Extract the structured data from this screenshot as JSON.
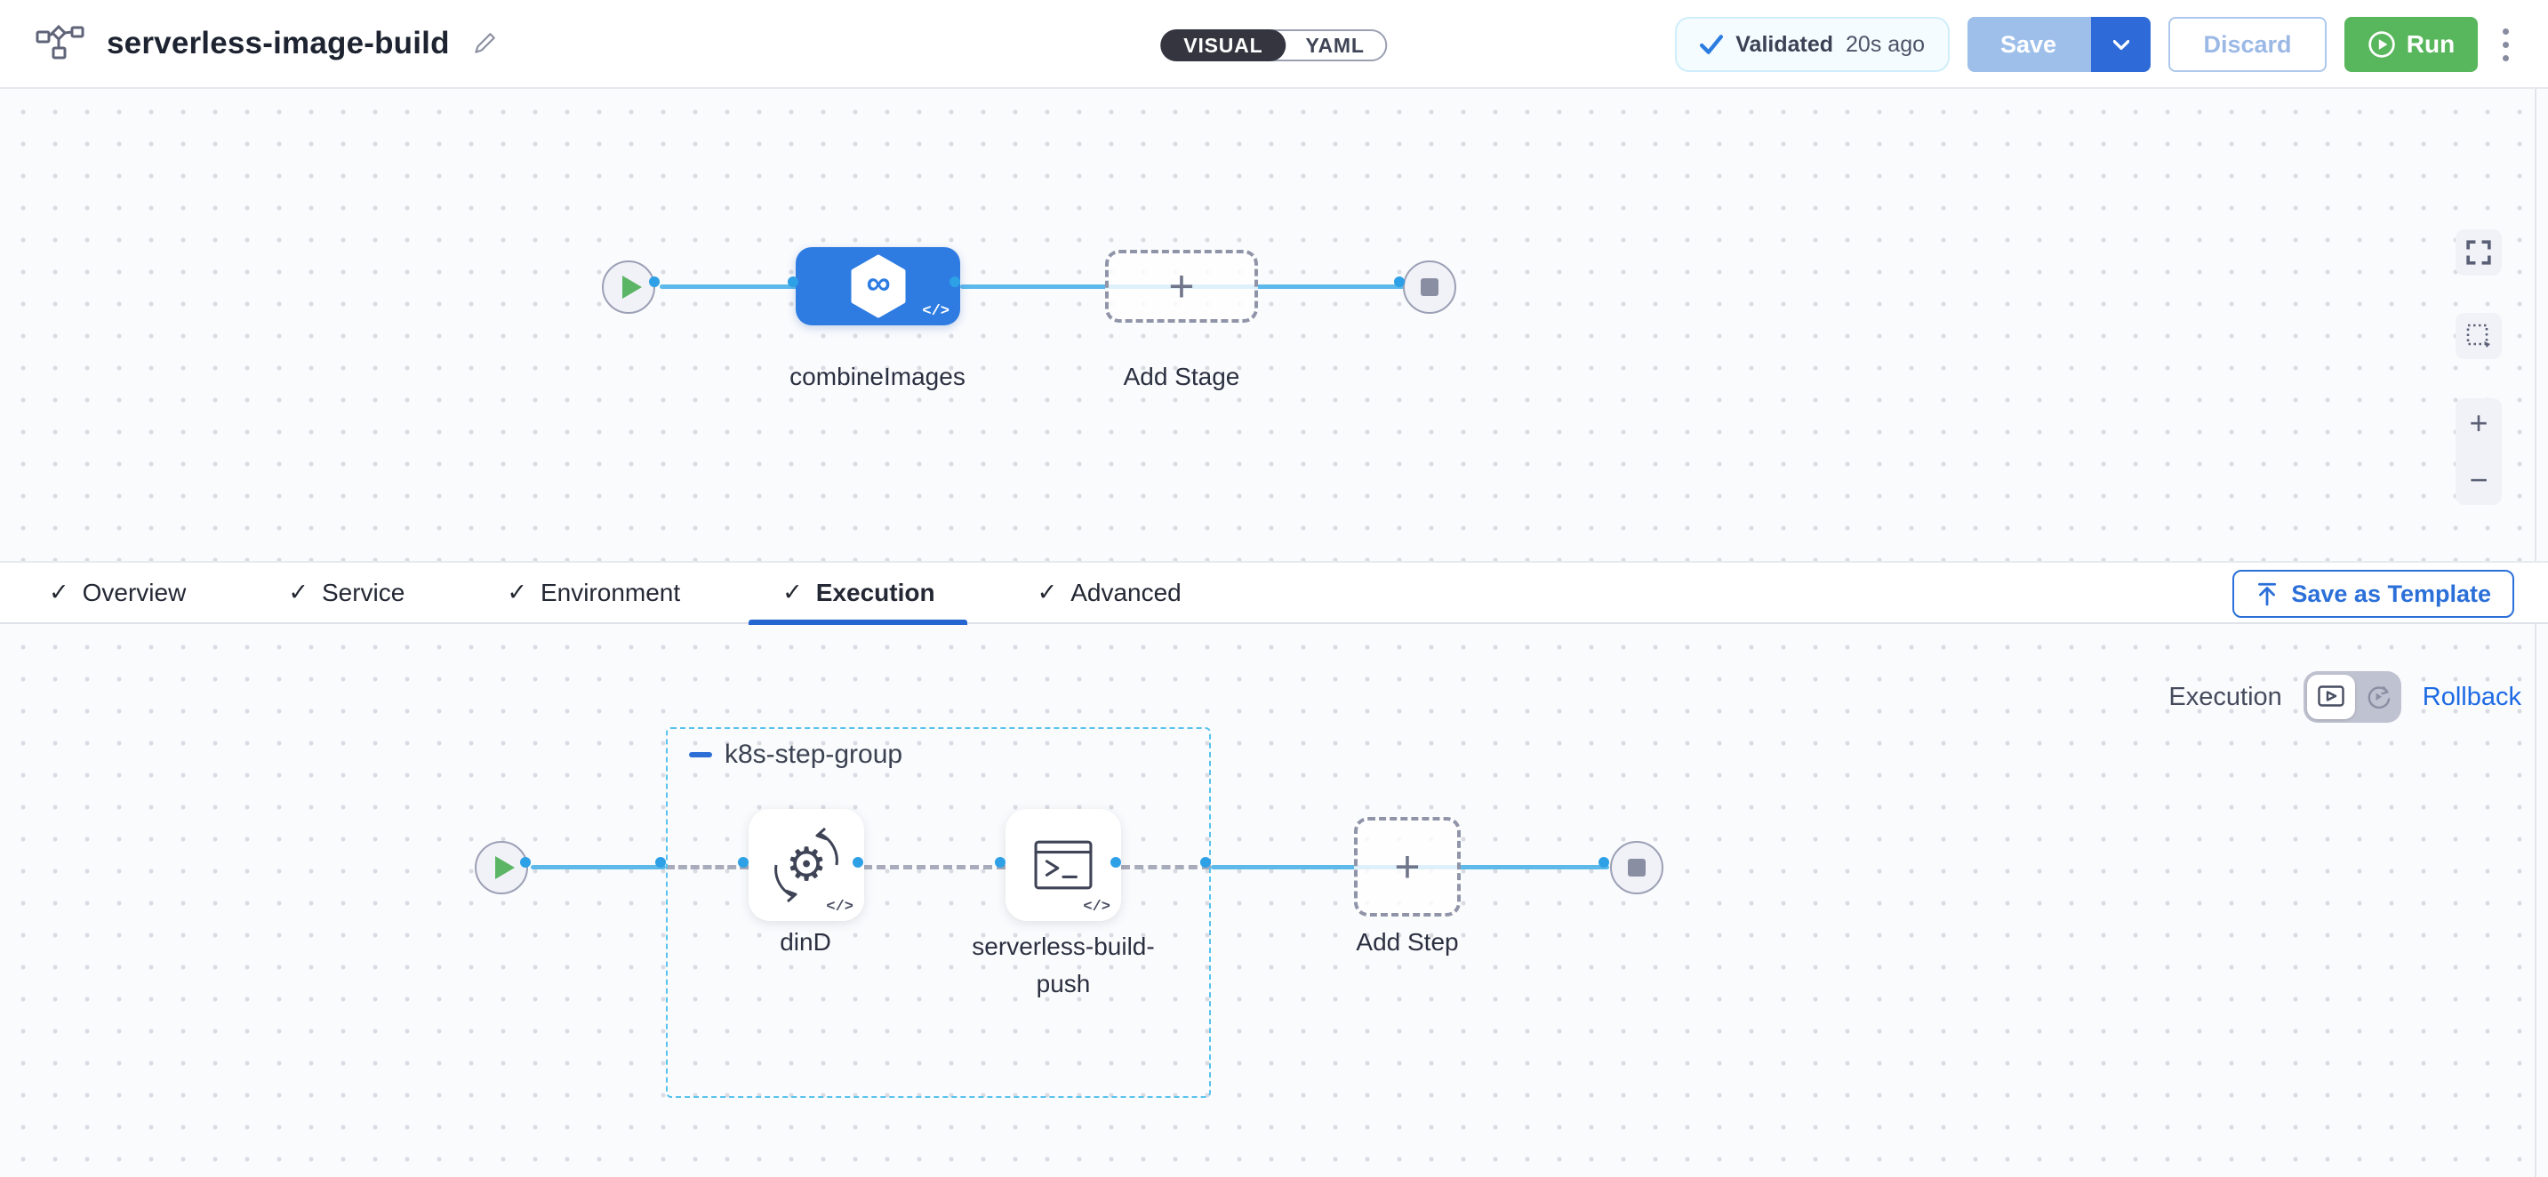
{
  "header": {
    "title": "serverless-image-build",
    "mode_visual": "VISUAL",
    "mode_yaml": "YAML",
    "validated_label": "Validated",
    "validated_time": "20s ago",
    "save": "Save",
    "discard": "Discard",
    "run": "Run"
  },
  "pipeline": {
    "stage_name": "combineImages",
    "add_stage": "Add Stage"
  },
  "tabs": {
    "items": [
      {
        "label": "Overview"
      },
      {
        "label": "Service"
      },
      {
        "label": "Environment"
      },
      {
        "label": "Execution"
      },
      {
        "label": "Advanced"
      }
    ],
    "active": "Execution",
    "save_as_template": "Save as Template"
  },
  "execution": {
    "mode_label": "Execution",
    "rollback": "Rollback",
    "group_name": "k8s-step-group",
    "steps": [
      {
        "label": "dinD"
      },
      {
        "label": "serverless-build-push"
      }
    ],
    "add_step": "Add Step"
  },
  "icons": {
    "plus": "+",
    "minus": "−",
    "code": "</>",
    "check": "✓",
    "infinity": "∞",
    "gear": "⚙"
  },
  "colors": {
    "accent_blue": "#2e7ce2",
    "link_blue": "#1d6ae3",
    "connector_blue": "#5cb9ea",
    "port_blue": "#2da0e6",
    "group_border": "#57c2ee",
    "run_green": "#58b65c",
    "play_green": "#5cb564",
    "validated_check": "#2b7de0",
    "disabled_save": "#9dbfea"
  }
}
